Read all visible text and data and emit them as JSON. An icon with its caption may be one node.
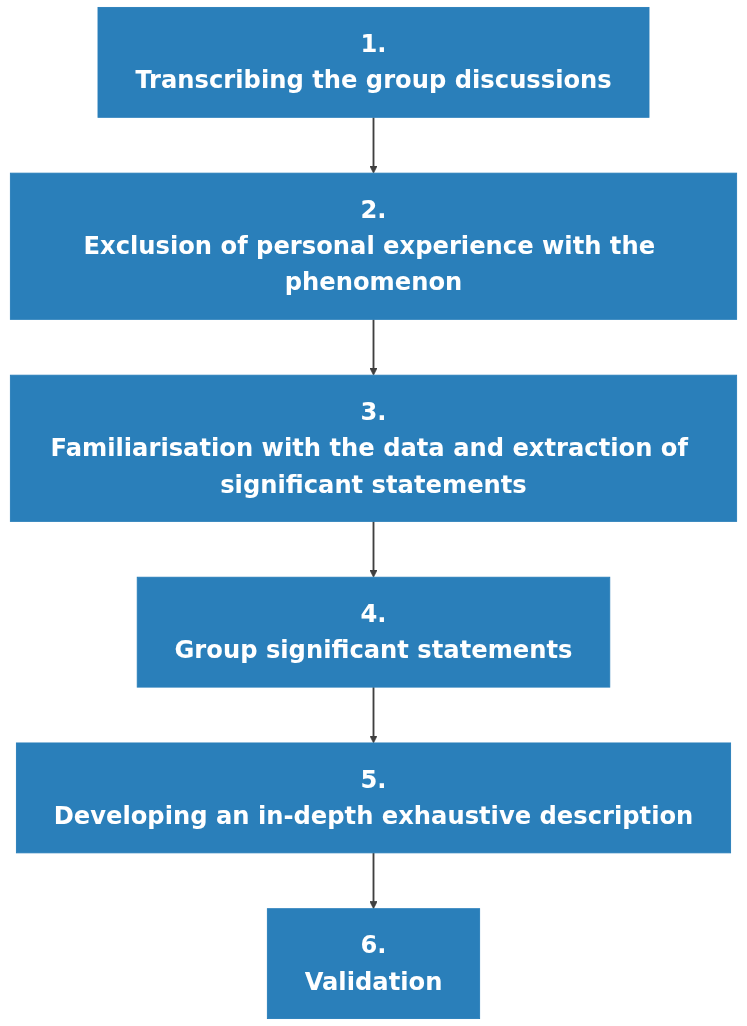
{
  "diagram": {
    "nodes": [
      {
        "text": [
          "1.",
          "Transcribing the group discussions"
        ]
      },
      {
        "text": [
          "2.",
          "Exclusion of personal experience with the phenomenon"
        ]
      },
      {
        "text": [
          "3.",
          "Familiarisation with the data and extraction of significant statements"
        ]
      },
      {
        "text": [
          "4.",
          "Group significant statements"
        ]
      },
      {
        "text": [
          "5.",
          "Developing an in-depth exhaustive description"
        ]
      },
      {
        "text": [
          "6.",
          "Validation"
        ]
      }
    ],
    "edges": [
      {
        "from": 0,
        "to": 1,
        "arrow": "to"
      },
      {
        "from": 1,
        "to": 2,
        "arrow": "to"
      },
      {
        "from": 2,
        "to": 3,
        "arrow": "to"
      },
      {
        "from": 3,
        "to": 4,
        "arrow": "to"
      },
      {
        "from": 4,
        "to": 5,
        "arrow": "to"
      }
    ]
  }
}
